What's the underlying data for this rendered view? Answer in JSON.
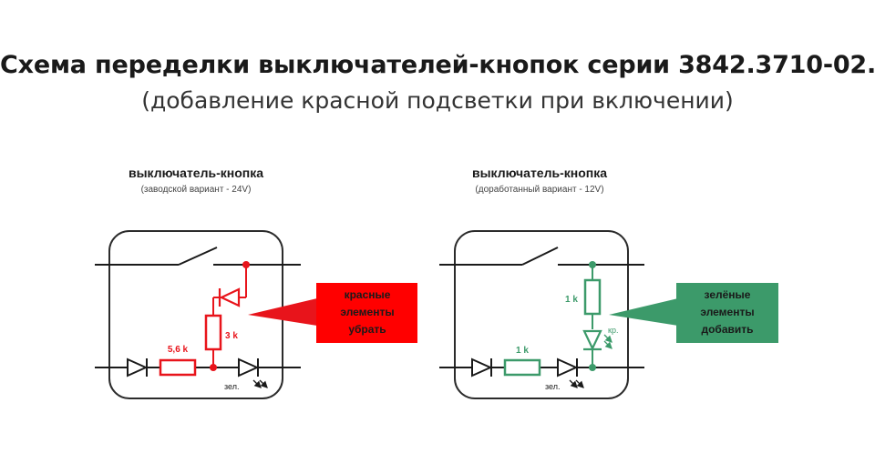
{
  "header": {
    "title": "Схема переделки выключателей-кнопок серии 3842.3710-02.**",
    "subtitle": "(добавление красной подсветки при включении)"
  },
  "left_diagram": {
    "heading": "выключатель-кнопка",
    "caption": "(заводской вариант - 24V)",
    "resistor_top_label": "3 k",
    "resistor_bottom_label": "5,6 k",
    "led_label": "зел.",
    "callout": {
      "lines": [
        "красные",
        "элементы",
        "убрать"
      ],
      "color": "#ff0000"
    }
  },
  "right_diagram": {
    "heading": "выключатель-кнопка",
    "caption": "(доработанный вариант - 12V)",
    "resistor_top_label": "1 k",
    "resistor_bottom_label": "1 k",
    "led_red_label": "кр.",
    "led_label": "зел.",
    "callout": {
      "lines": [
        "зелёные",
        "элементы",
        "добавить"
      ],
      "color": "#3c9a6a"
    }
  },
  "colors": {
    "wire": "#1a1a1a",
    "remove": "#e8141b",
    "add": "#3c9a6a",
    "outline": "#2b2b2b"
  }
}
